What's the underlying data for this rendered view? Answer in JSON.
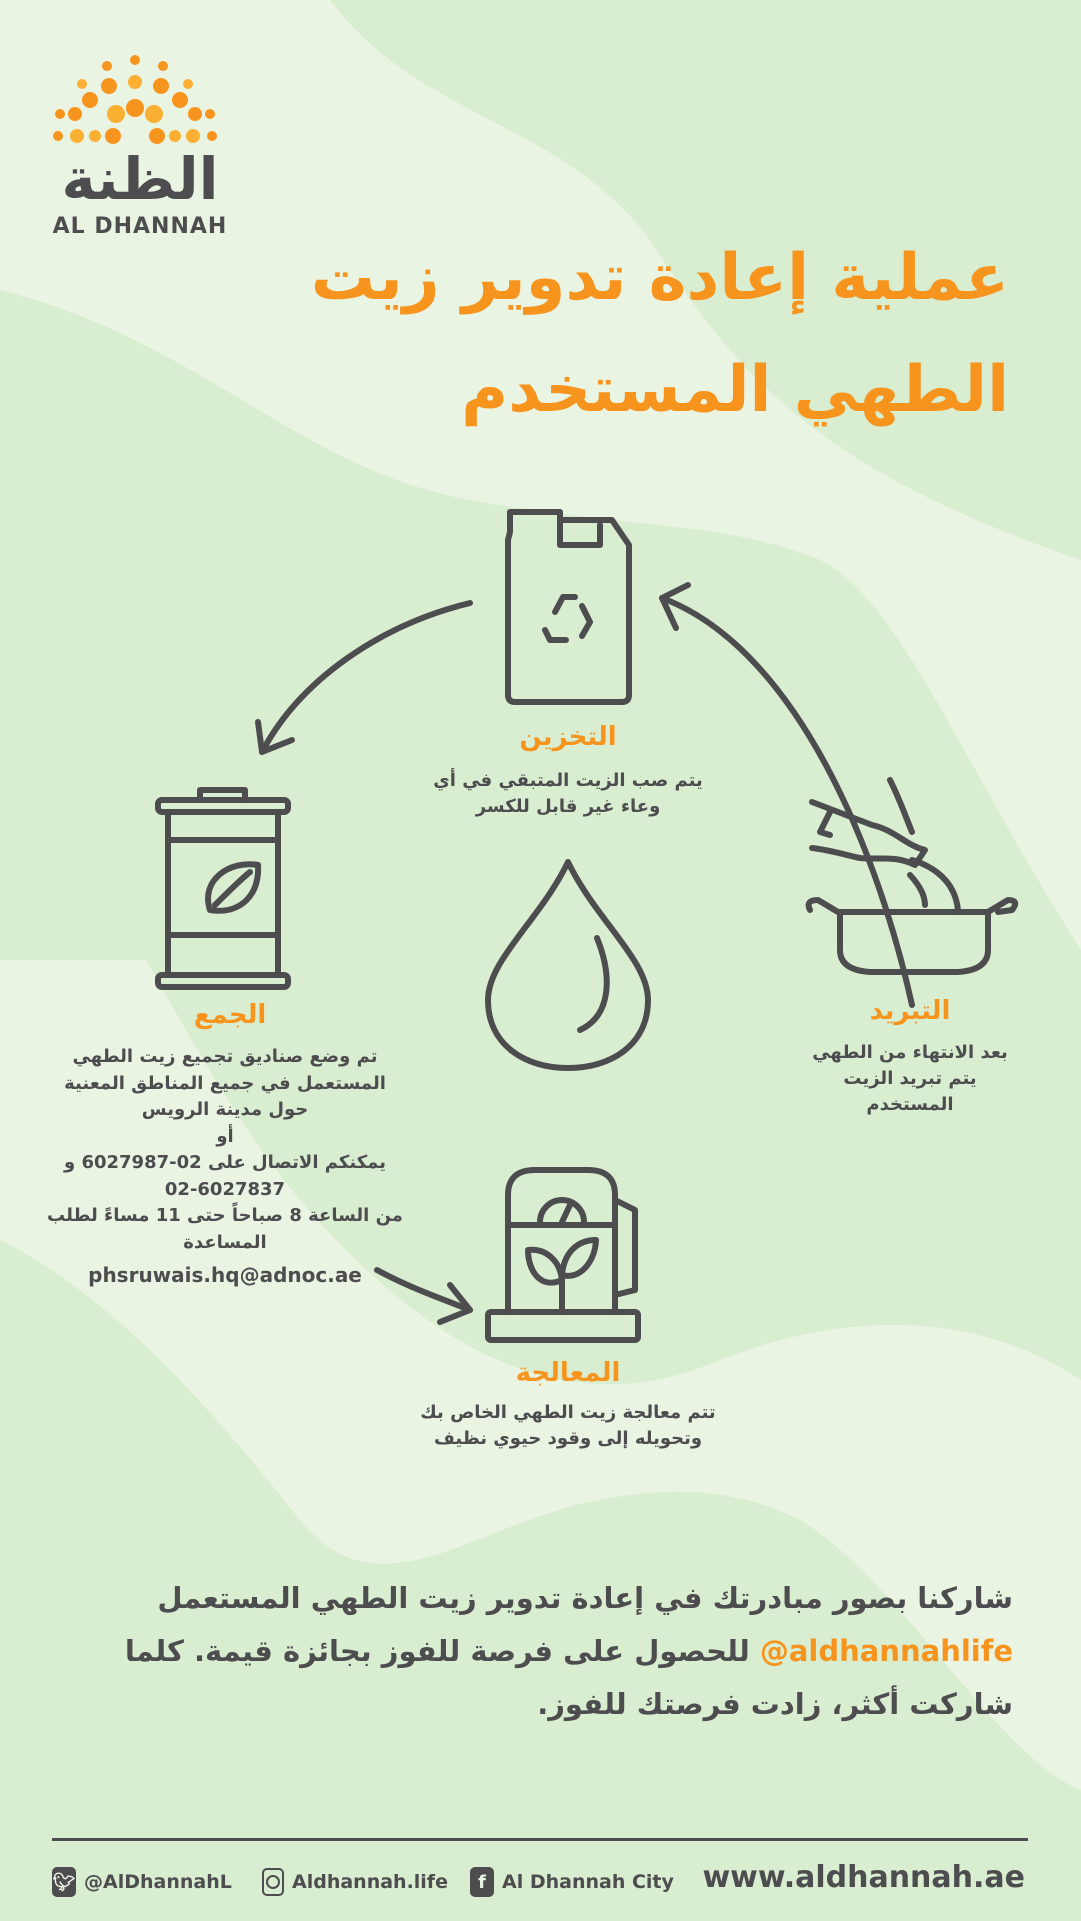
{
  "colors": {
    "accent": "#f7941d",
    "text": "#4d4d4f",
    "bg_light": "#eaf4e3",
    "bg_green": "#d9edd0"
  },
  "logo": {
    "arabic": "الظنة",
    "english": "AL DHANNAH"
  },
  "title": {
    "line1": "عملية إعادة تدوير زيت",
    "line2": "الطهي المستخدم"
  },
  "steps": {
    "storage": {
      "label": "التخزين",
      "lines": [
        "يتم صب الزيت المتبقي في أي",
        "وعاء غير قابل للكسر"
      ],
      "icon": "recycle-canister-icon"
    },
    "collection": {
      "label": "الجمع",
      "lines": [
        "تم وضع صناديق تجميع زيت الطهي",
        "المستعمل في جميع المناطق المعنية",
        "حول مدينة الرويس",
        "أو",
        "يمكنكم الاتصال على 02-6027987 و",
        "02-6027837",
        "من الساعة 8 صباحاً حتى 11 مساءً لطلب",
        "المساعدة"
      ],
      "email": "phsruwais.hq@adnoc.ae",
      "icon": "oil-barrel-icon"
    },
    "cooling": {
      "label": "التبريد",
      "lines": [
        "بعد الانتهاء من الطهي",
        "يتم تبريد الزيت",
        "المستخدم"
      ],
      "icon": "pouring-pot-icon"
    },
    "processing": {
      "label": "المعالجة",
      "lines": [
        "تتم معالجة زيت الطهي الخاص بك",
        "وتحويله إلى وقود حيوي نظيف"
      ],
      "icon": "biofuel-pump-icon"
    }
  },
  "share": {
    "line1": "شاركنا بصور مبادرتك في إعادة تدوير زيت الطهي المستعمل",
    "handle": "@aldhannahlife",
    "line2_rest": " للحصول على فرصة للفوز بجائزة قيمة. كلما",
    "line3": "شاركت أكثر، زادت فرصتك للفوز."
  },
  "footer": {
    "twitter": "@AlDhannahL",
    "instagram": "Aldhannah.life",
    "facebook": "Al Dhannah City",
    "website": "www.aldhannah.ae"
  }
}
